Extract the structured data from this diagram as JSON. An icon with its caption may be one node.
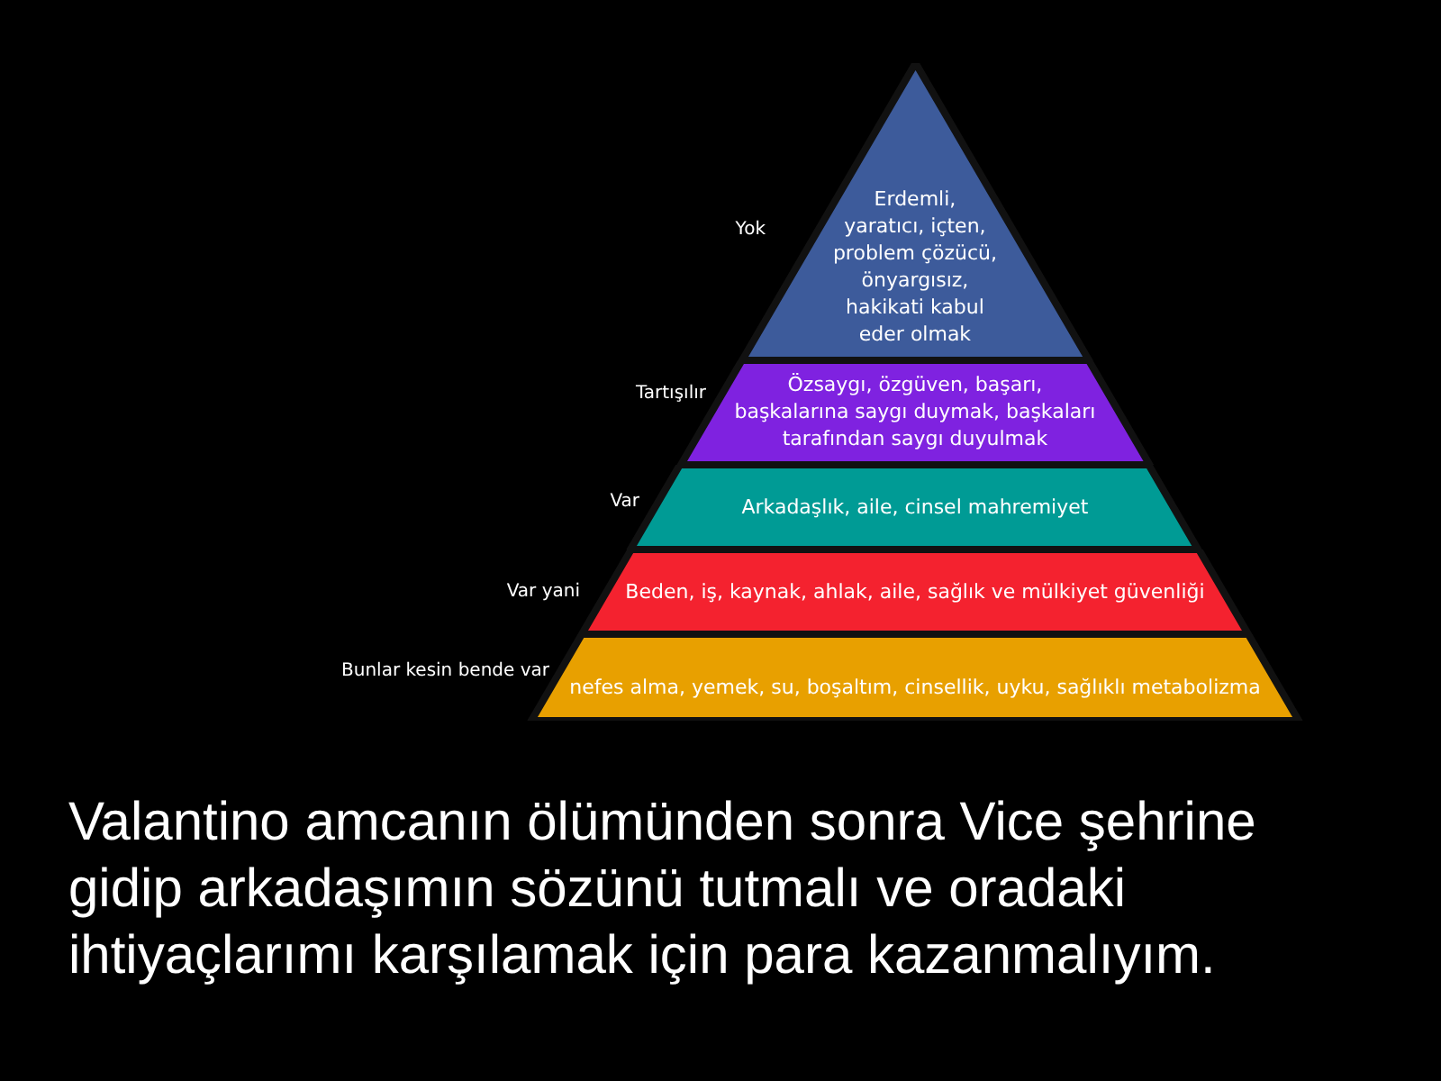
{
  "diagram": {
    "nodes": [
      {
        "text": [
          "Erdemli, yaratıcı, içten, problem çözücü, önyargısız, hakikati kabul eder olmak"
        ],
        "beside": [
          "Yok"
        ]
      },
      {
        "text": [
          "Özsaygı, özgüven, başarı, başkalarına saygı duymak, başkaları tarafından saygı duyulmak"
        ],
        "beside": [
          "Tartışılır"
        ]
      },
      {
        "text": [
          "Arkadaşlık, aile, cinsel mahremiyet"
        ],
        "beside": [
          "Var"
        ]
      },
      {
        "text": [
          "Beden, iş, kaynak, ahlak, aile, sağlık ve mülkiyet güvenliği"
        ],
        "beside": [
          "Var yani"
        ]
      },
      {
        "text": [
          "nefes alma, yemek, su, boşaltım, cinsellik, uyku, sağlıklı metabolizma"
        ],
        "beside": [
          "Bunlar kesin bende var"
        ]
      }
    ],
    "caption": "Valantino amcanın ölümünden sonra Vice şehrine gidip arkadaşımın sözünü tutmalı ve oradaki ihtiyaçlarımı karşılamak için para kazanmalıyım."
  }
}
